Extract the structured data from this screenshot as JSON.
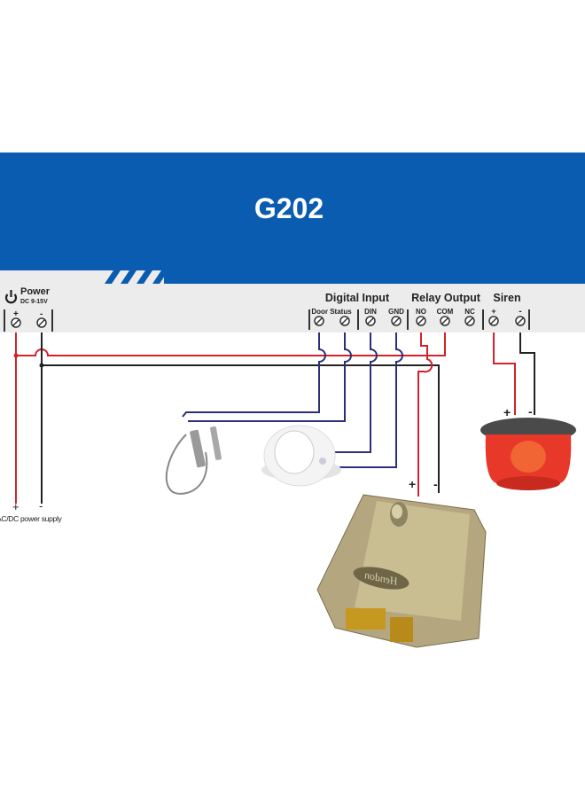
{
  "header": {
    "title": "G202",
    "band_color": "#0a5cb0"
  },
  "power": {
    "label": "Power",
    "sublabel": "DC 9-15V",
    "plus": "+",
    "minus": "-"
  },
  "groups": {
    "digital_input": "Digital Input",
    "relay_output": "Relay Output",
    "siren": "Siren"
  },
  "terminals": {
    "door_status": "Door Status",
    "din": "DIN",
    "gnd": "GND",
    "no": "NO",
    "com": "COM",
    "nc": "NC",
    "siren_plus": "+",
    "siren_minus": "-"
  },
  "supply": {
    "label": "AC/DC power supply",
    "plus": "+",
    "minus": "-"
  },
  "lock": {
    "plus": "+",
    "minus": "-",
    "brand": "Hendon"
  },
  "siren_device": {
    "plus": "+",
    "minus": "-"
  },
  "colors": {
    "positive_wire": "#d2232a",
    "negative_wire": "#222222",
    "signal_wire": "#2b2f7a",
    "panel": "#ececec"
  }
}
